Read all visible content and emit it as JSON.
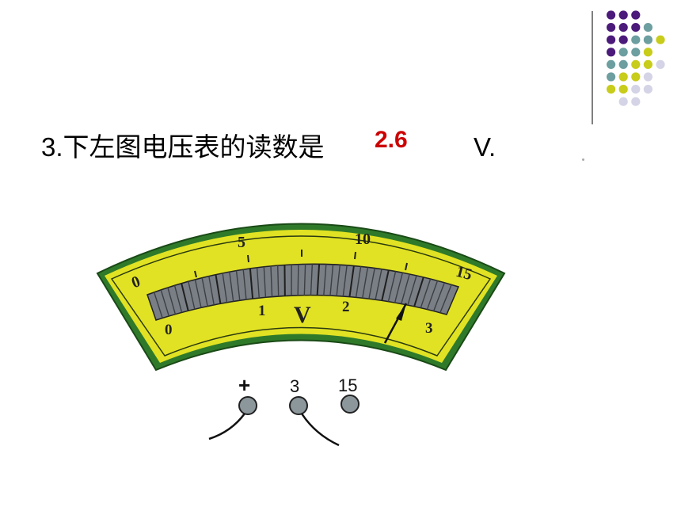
{
  "question": {
    "text": "3.下左图电压表的读数是",
    "answer": "2.6",
    "unit": "V."
  },
  "meter": {
    "upper_scale_labels": [
      "0",
      "5",
      "10",
      "15"
    ],
    "lower_scale_labels": [
      "0",
      "1",
      "2",
      "3"
    ],
    "unit_symbol": "V",
    "reading": 2.6,
    "range_max": 3
  },
  "terminals": [
    {
      "label": "+"
    },
    {
      "label": "3"
    },
    {
      "label": "15"
    }
  ],
  "colors": {
    "dot_purple": "#4b1a7a",
    "dot_teal": "#6d9ea0",
    "dot_yellow": "#c8cc1a",
    "dot_lavender": "#d4d4e6",
    "meter_face": "#e1e223",
    "meter_border": "#2f7a2a",
    "answer": "#cc0000"
  }
}
